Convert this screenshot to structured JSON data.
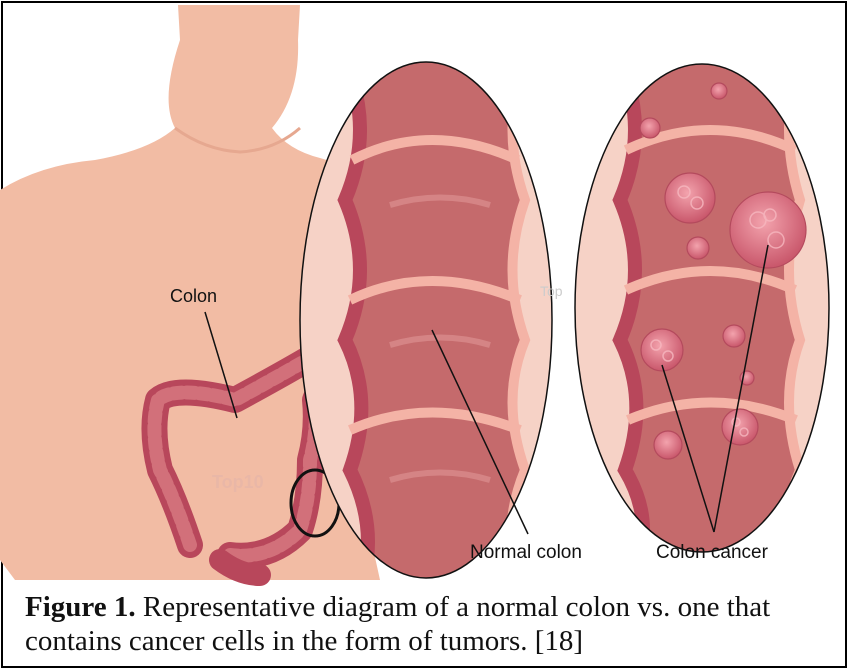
{
  "labels": {
    "colon": "Colon",
    "normal_colon": "Normal colon",
    "colon_cancer": "Colon cancer"
  },
  "watermarks": {
    "body": "Top10",
    "inset": "Top"
  },
  "caption": {
    "figure_label": "Figure 1.",
    "text": "Representative diagram of a normal colon vs. one that contains cancer cells in the form of tumors. [18]"
  },
  "colors": {
    "skin": "#f2bca4",
    "colon_dark": "#b8475b",
    "colon_mid": "#d2707a",
    "wall_light": "#f4b3a6",
    "lumen": "#c56a6c",
    "tumor": "#e07f8e"
  }
}
